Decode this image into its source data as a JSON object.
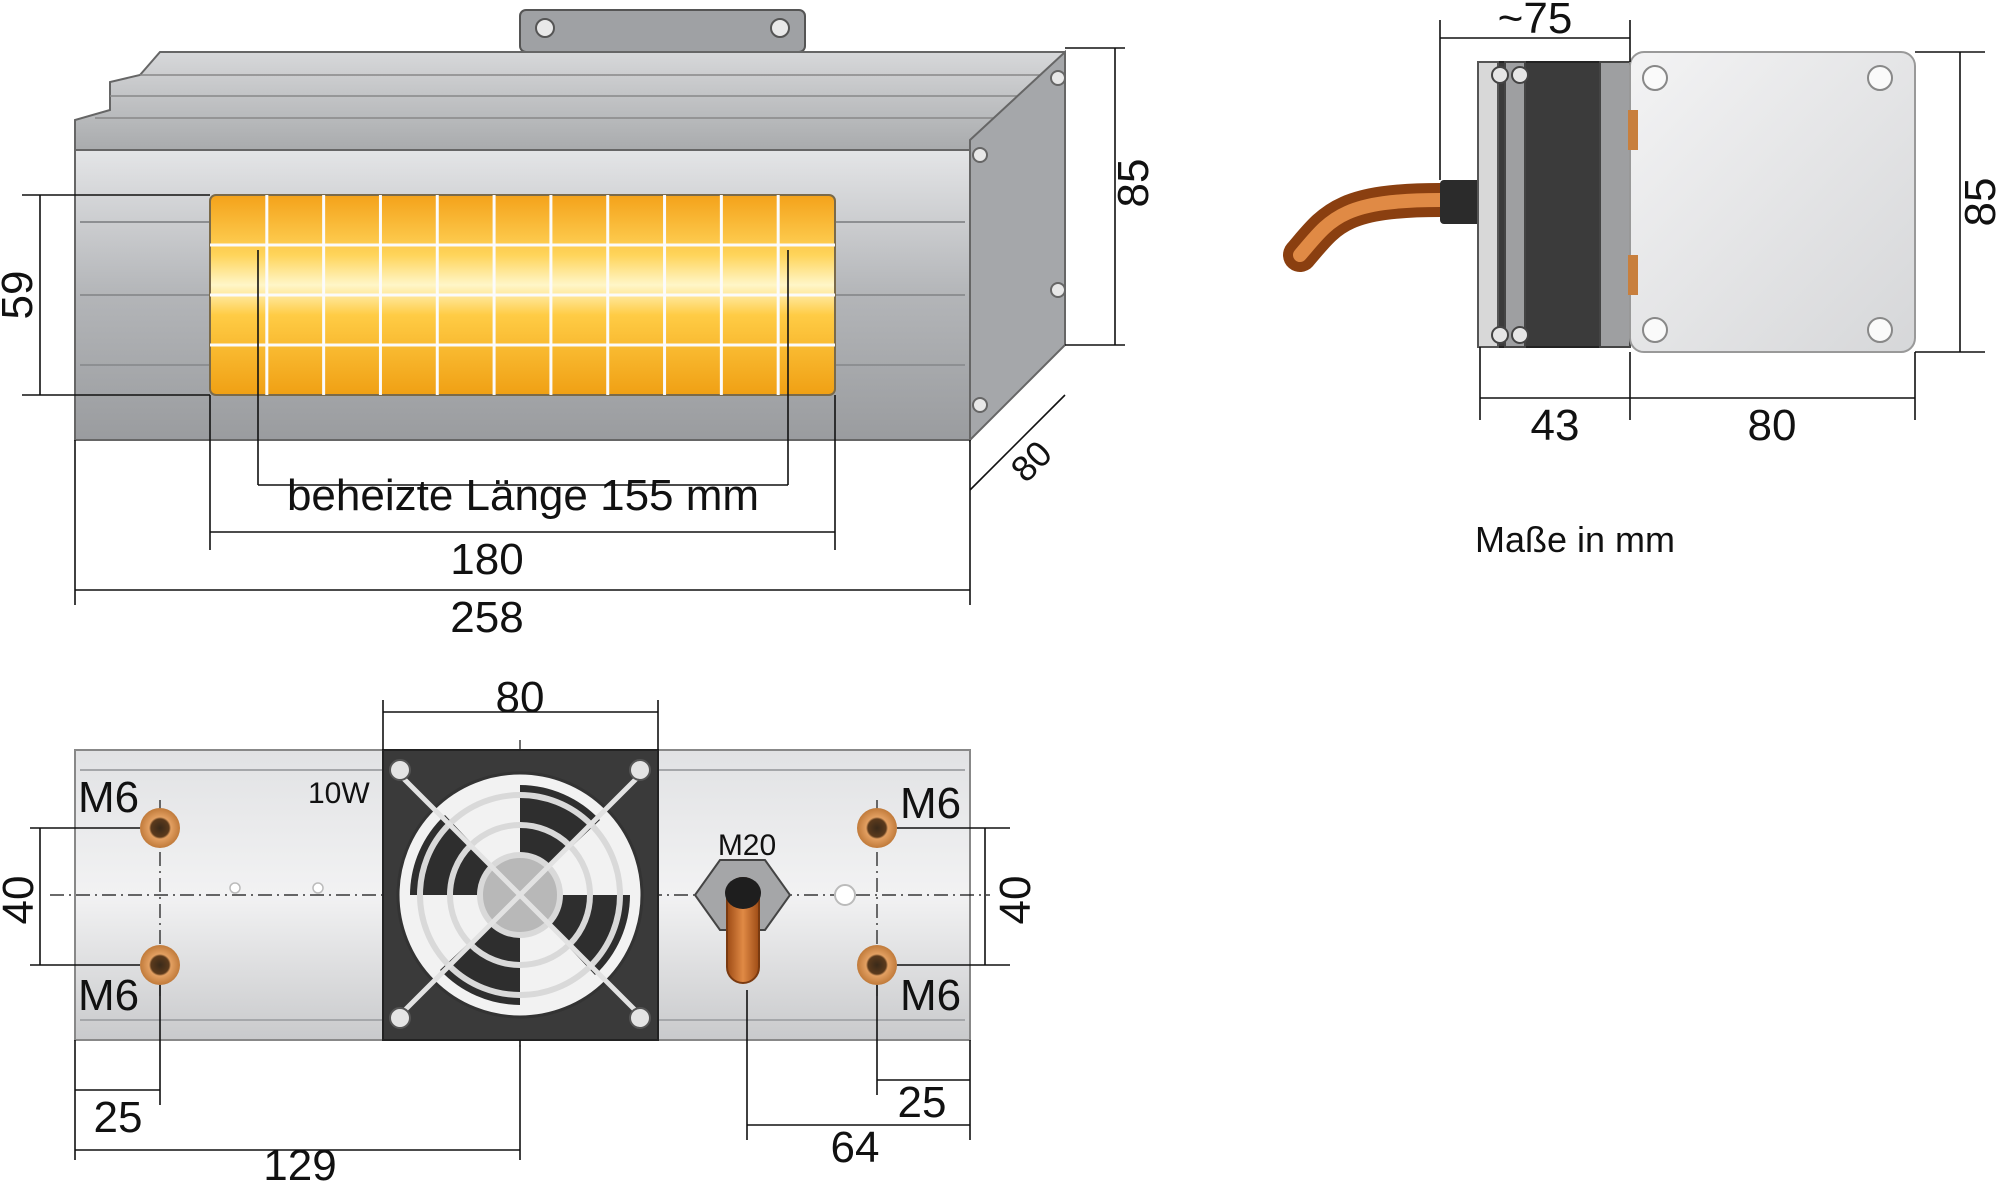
{
  "front_view": {
    "width_total": "258",
    "width_window": "180",
    "heated_length": "beheizte Länge 155 mm",
    "height_total": "85",
    "height_window": "59",
    "depth": "80"
  },
  "side_view": {
    "fan_depth": "~75",
    "height": "85",
    "depth_fan": "43",
    "depth_body": "80"
  },
  "units_note": "Maße in mm",
  "bottom_view": {
    "fan_width": "80",
    "fan_power": "10W",
    "thread_top_left": "M6",
    "thread_bottom_left": "M6",
    "thread_top_right": "M6",
    "thread_bottom_right": "M6",
    "cable_gland": "M20",
    "spacing_left": "40",
    "spacing_right": "40",
    "offset_left": "25",
    "offset_right": "25",
    "fan_center": "129",
    "gland_offset": "64"
  },
  "colors": {
    "housing": "#b9bbbe",
    "heater_glow": "#f6b321",
    "cable": "#c86a2a",
    "fan": "#3a3a3a"
  }
}
